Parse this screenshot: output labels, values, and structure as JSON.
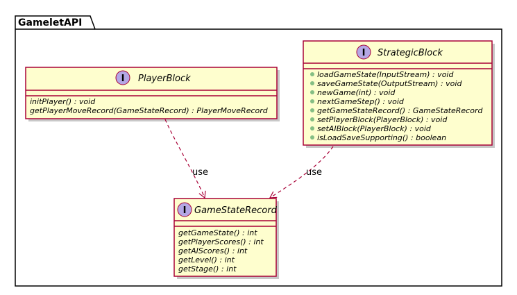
{
  "package": {
    "name": "GameletAPI"
  },
  "interface_marker": "I",
  "classes": {
    "player_block": {
      "name": "PlayerBlock",
      "methods": [
        "initPlayer() : void",
        "getPlayerMoveRecord(GameStateRecord) : PlayerMoveRecord"
      ]
    },
    "strategic_block": {
      "name": "StrategicBlock",
      "methods": [
        "loadGameState(InputStream) : void",
        "saveGameState(OutputStream) : void",
        "newGame(int) : void",
        "nextGameStep() : void",
        "getGameStateRecord() : GameStateRecord",
        "setPlayerBlock(PlayerBlock) : void",
        "setAIBlock(PlayerBlock) : void",
        "isLoadSaveSupporting() : boolean"
      ]
    },
    "game_state_record": {
      "name": "GameStateRecord",
      "methods": [
        "getGameState() : int",
        "getPlayerScores() : int",
        "getAIScores() : int",
        "getLevel() : int",
        "getStage() : int"
      ]
    }
  },
  "relations": [
    {
      "from": "PlayerBlock",
      "to": "GameStateRecord",
      "label": "use"
    },
    {
      "from": "StrategicBlock",
      "to": "GameStateRecord",
      "label": "use"
    }
  ],
  "colors": {
    "class_fill": "#FEFECE",
    "class_border": "#A80036",
    "interface_circle": "#B4A7E5",
    "public_marker": "#84BE84",
    "shadow": "#C8C8C8"
  }
}
